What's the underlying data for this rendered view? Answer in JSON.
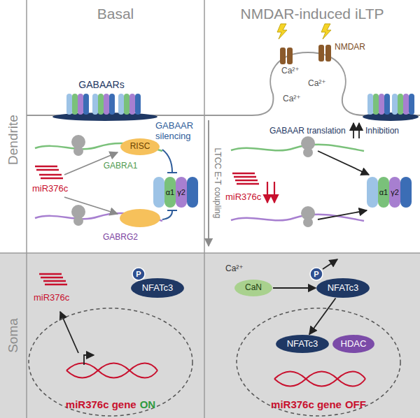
{
  "diagram": {
    "nodes": [
      {
        "text": [
          "RISC"
        ]
      },
      {
        "text": [
          "α1"
        ]
      },
      {
        "text": [
          "γ2"
        ]
      },
      {
        "text": [
          "α1"
        ]
      },
      {
        "text": [
          "γ2"
        ]
      },
      {
        "text": [
          "NFATc3"
        ]
      },
      {
        "text": [
          "P"
        ]
      },
      {
        "text": [
          "miR376c gene",
          "ON"
        ]
      },
      {
        "text": [
          "CaN"
        ]
      },
      {
        "text": [
          "NFATc3"
        ]
      },
      {
        "text": [
          "P"
        ]
      },
      {
        "text": [
          "miR376c gene",
          "OFF"
        ]
      },
      {
        "text": [
          "NFATc3"
        ],
        "in": 11
      },
      {
        "text": [
          "HDAC"
        ],
        "in": 11
      }
    ],
    "edges": [
      {
        "from": 8,
        "to": 9,
        "arrow": "to"
      },
      {
        "from": 9,
        "to": 12,
        "arrow": "to"
      }
    ],
    "labels": [
      "Basal",
      "NMDAR-induced iLTP",
      "Dendrite",
      "Soma",
      "NMDAR",
      "Ca²⁺",
      "Ca²⁺",
      "Ca²⁺",
      "GABAARs",
      "GABAAR silencing",
      "miR376c",
      "GABRA1",
      "GABRG2",
      "LTCC E-T coupling",
      "miR376c",
      "GABAAR translation",
      "Inhibition",
      "miR376c",
      "Ca²⁺"
    ]
  }
}
